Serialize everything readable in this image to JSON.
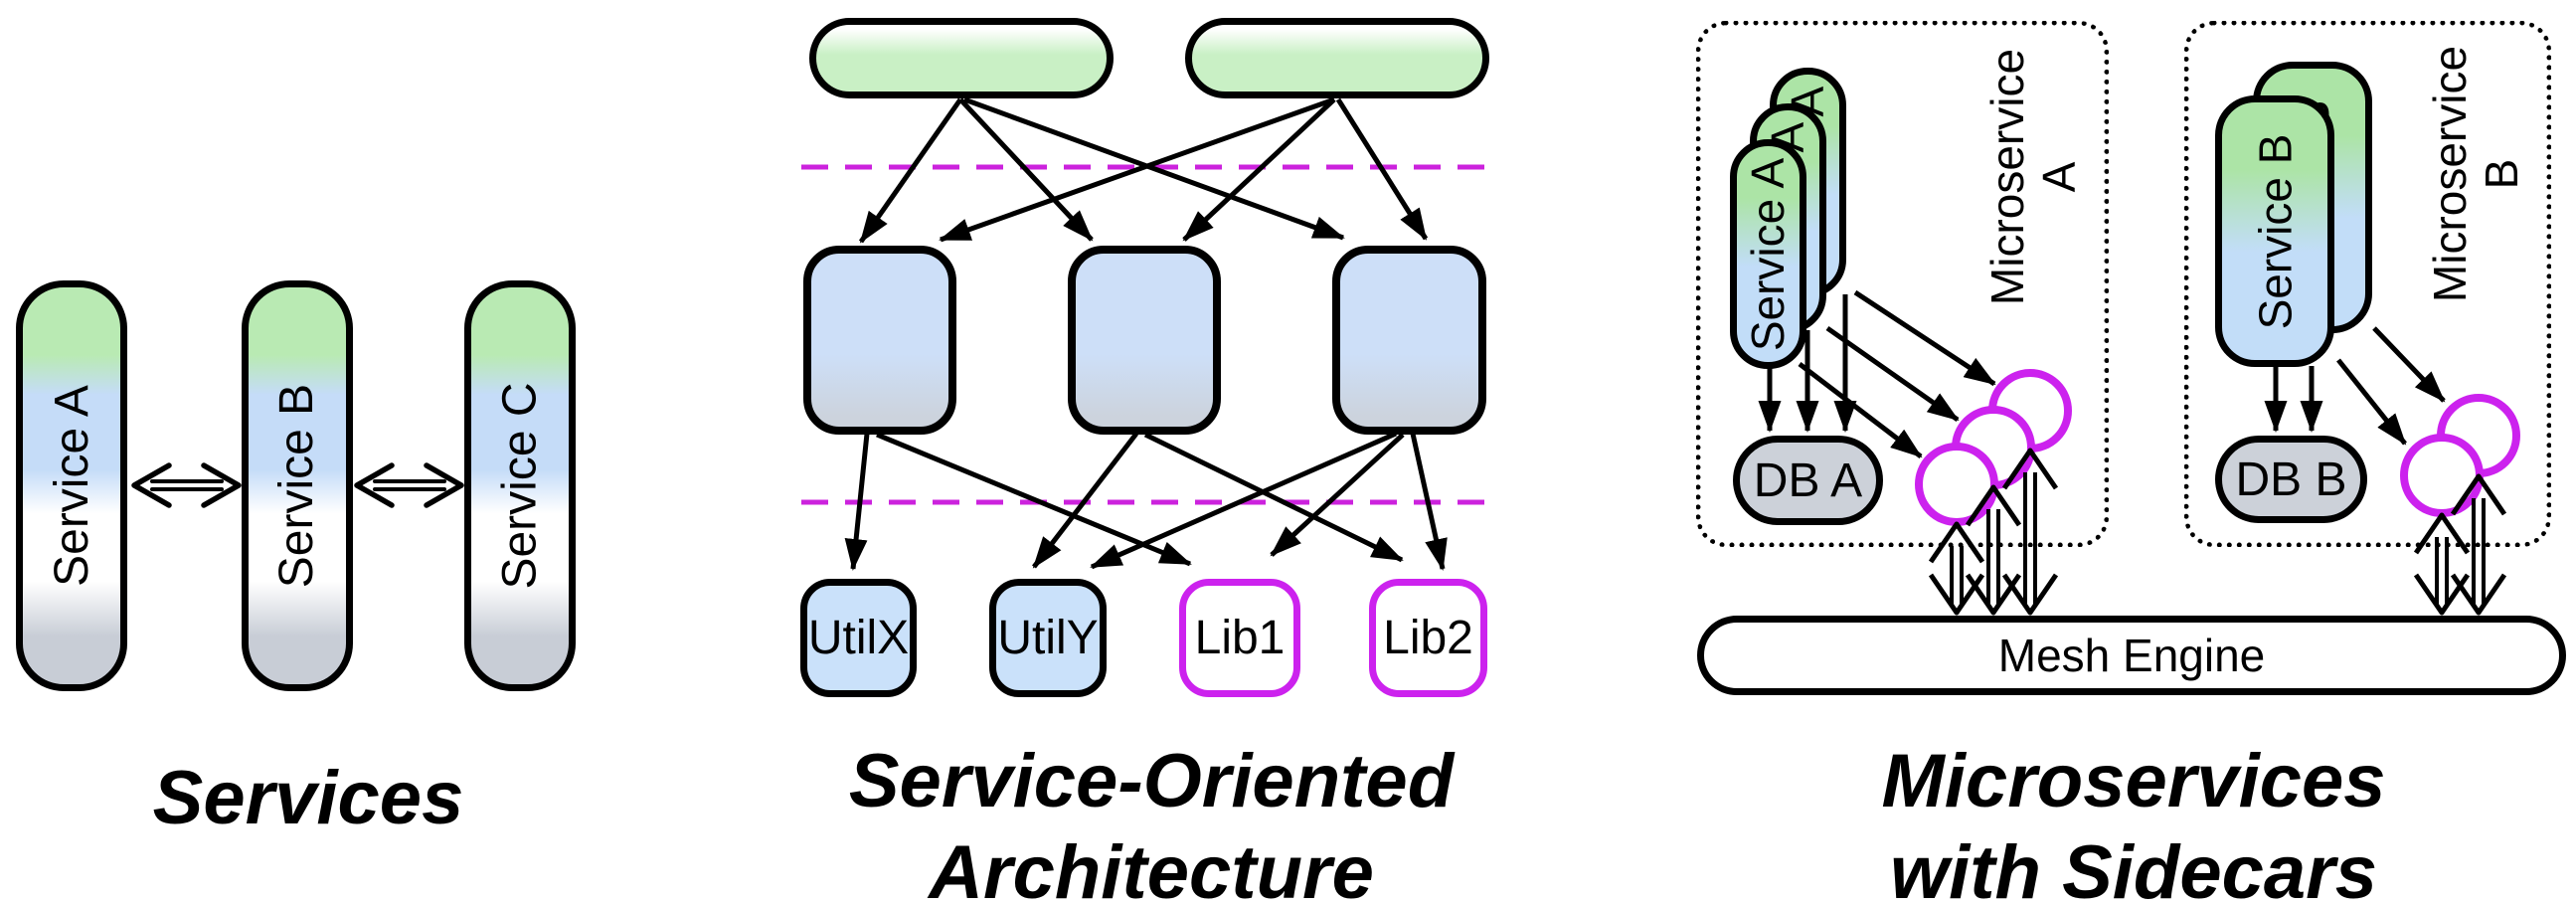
{
  "services_panel": {
    "caption": "Services",
    "pills": [
      {
        "label": "Service A"
      },
      {
        "label": "Service B"
      },
      {
        "label": "Service C"
      }
    ]
  },
  "soa_panel": {
    "caption_line1": "Service-Oriented",
    "caption_line2": "Architecture",
    "nodes": [
      {
        "label": "UtilX"
      },
      {
        "label": "UtilY"
      },
      {
        "label": "Lib1"
      },
      {
        "label": "Lib2"
      }
    ]
  },
  "microservices_panel": {
    "caption_line1": "Microservices",
    "caption_line2": "with Sidecars",
    "mesh_label": "Mesh Engine",
    "group_a": {
      "label_line1": "Microservice",
      "label_line2": "A",
      "service_label": "Service A",
      "db_label": "DB A"
    },
    "group_b": {
      "label_line1": "Microservice",
      "label_line2": "B",
      "service_label": "Service B",
      "db_label": "DB B"
    }
  },
  "colors": {
    "green_monolith": "#b9eab3",
    "green_light": "#c9f0c5",
    "green_service": "#ace4a6",
    "blue_light": "#c5dcf8",
    "gray_light": "#c8cdd6",
    "magenta": "#cc22ee",
    "stroke": "#000000"
  }
}
